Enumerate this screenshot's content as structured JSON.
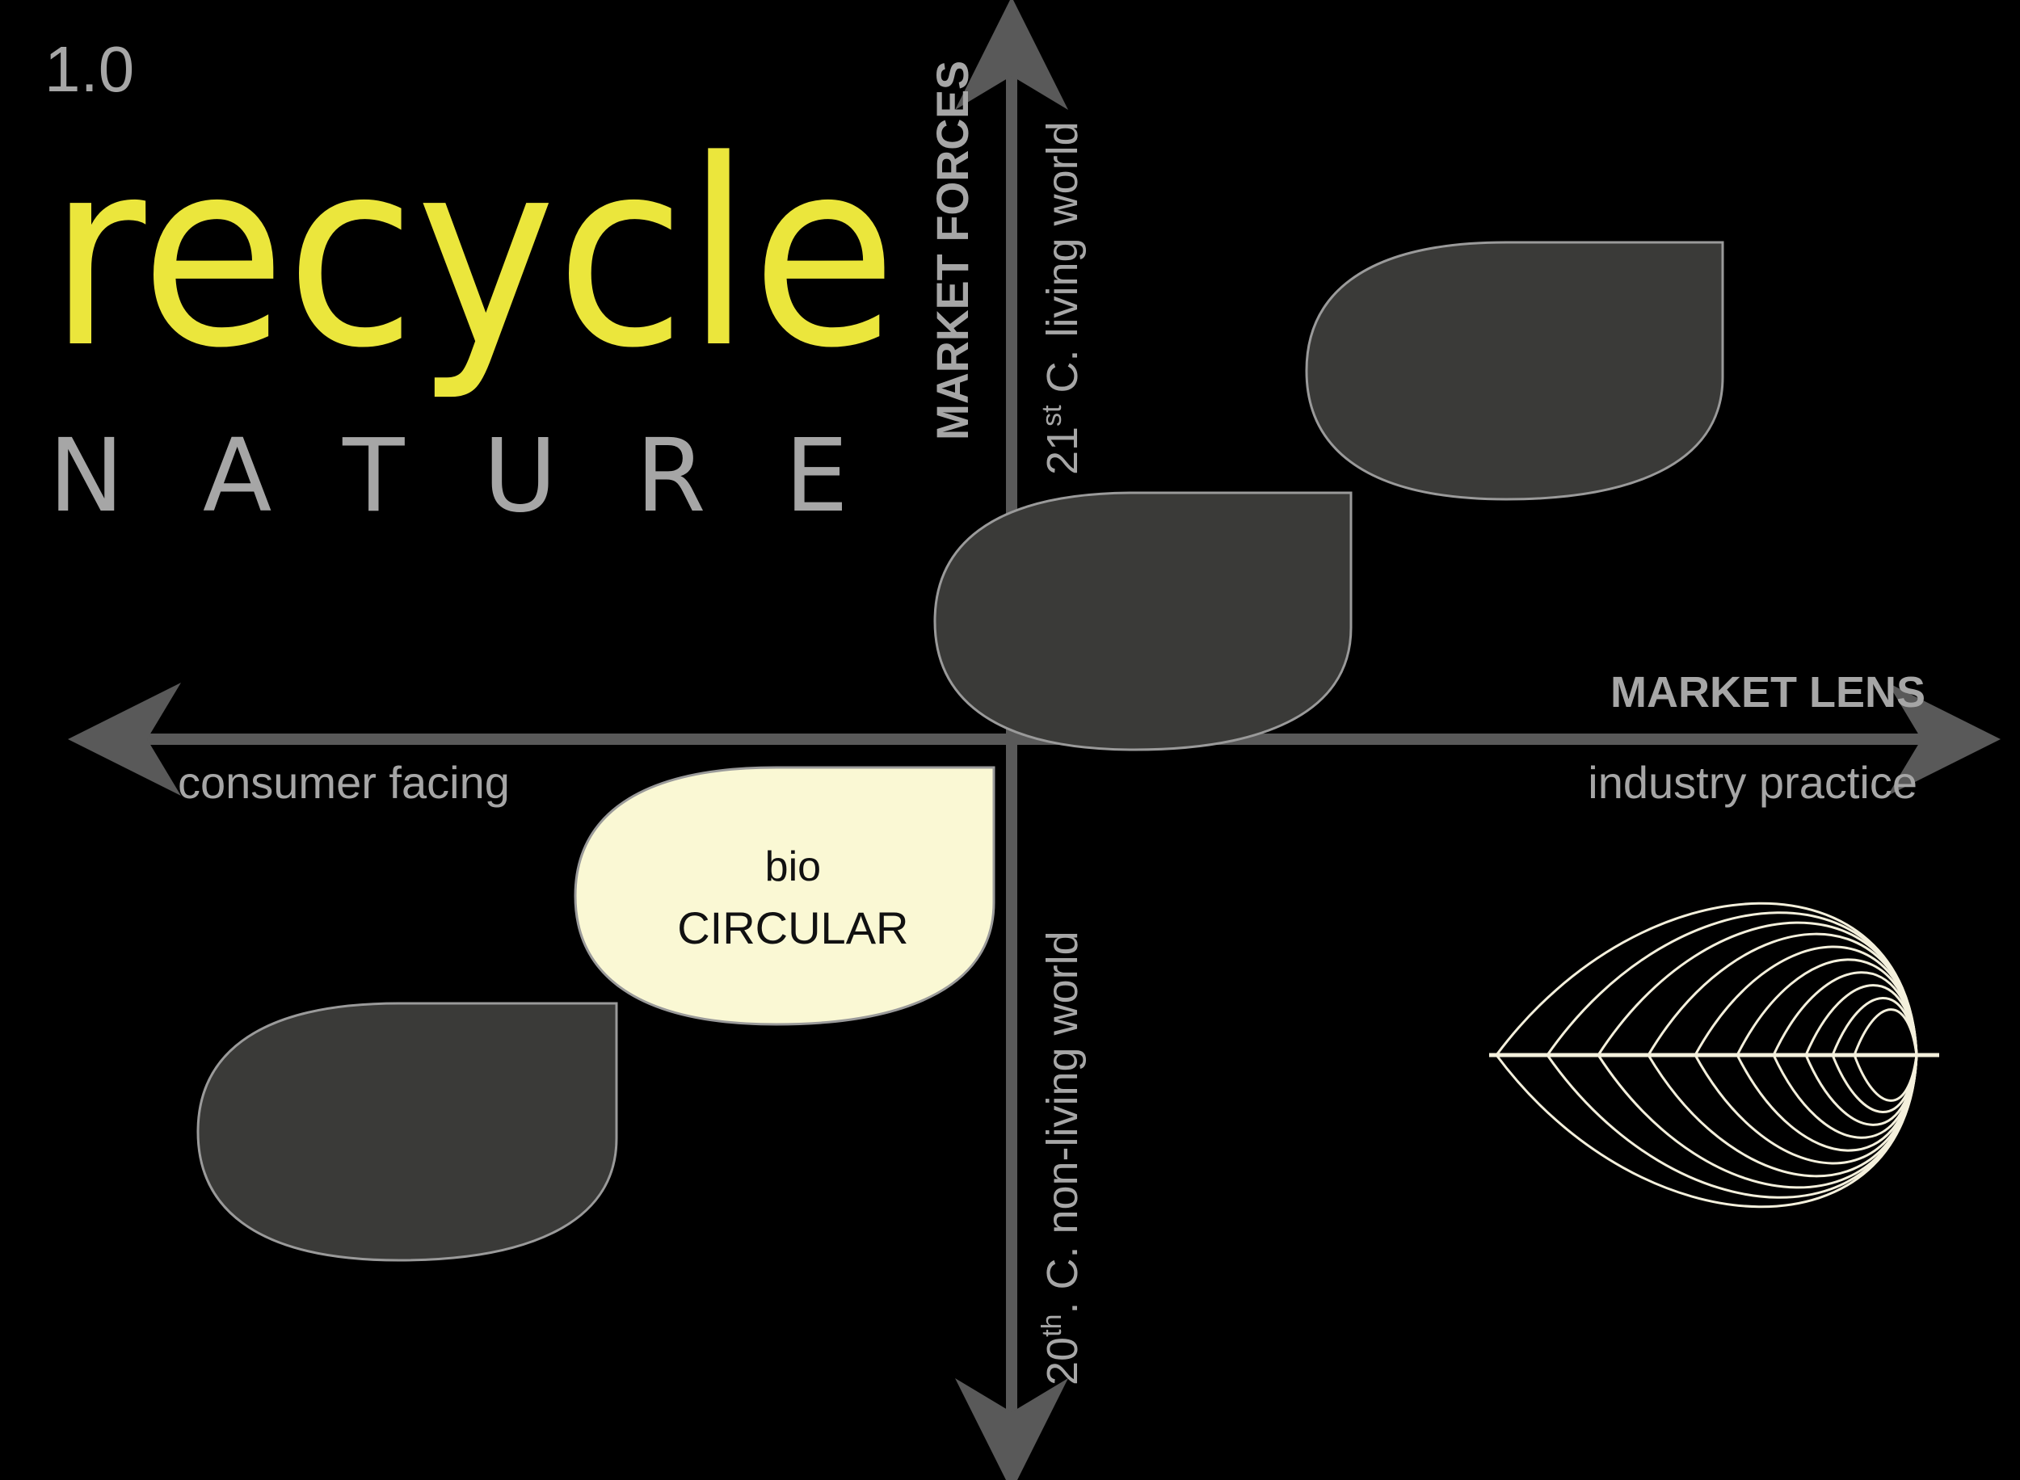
{
  "version": "1.0",
  "title": {
    "main": "recycle",
    "sub": "NATURE"
  },
  "axes": {
    "vertical": {
      "name": "MARKET FORCES",
      "top_label": {
        "ordinal": "21",
        "suffix": "st",
        "text": " C. living world"
      },
      "bottom_label": {
        "ordinal": "20",
        "suffix": "th",
        "text": ". C. non-living world"
      }
    },
    "horizontal": {
      "name": "MARKET LENS",
      "left_label": "consumer facing",
      "right_label": "industry practice"
    }
  },
  "petals": [
    {
      "id": "upper-right",
      "line1": "",
      "line2": "",
      "highlighted": false
    },
    {
      "id": "center",
      "line1": "",
      "line2": "",
      "highlighted": false
    },
    {
      "id": "bio-circular",
      "line1": "bio",
      "line2": "CIRCULAR",
      "highlighted": true
    },
    {
      "id": "lower-left",
      "line1": "",
      "line2": "",
      "highlighted": false
    }
  ],
  "colors": {
    "background": "#000000",
    "title_yellow": "#ebe63c",
    "subtitle_grey": "#a6a6a6",
    "axis": "#595959",
    "axis_label": "#a6a6a6",
    "petal_fill": "#3a3a38",
    "petal_stroke": "#9a9a9a",
    "highlight_fill": "#faf8d4",
    "highlight_text": "#111111",
    "leaf_stroke": "#f4f0dc"
  },
  "icons": [
    "layered-leaf-icon"
  ]
}
